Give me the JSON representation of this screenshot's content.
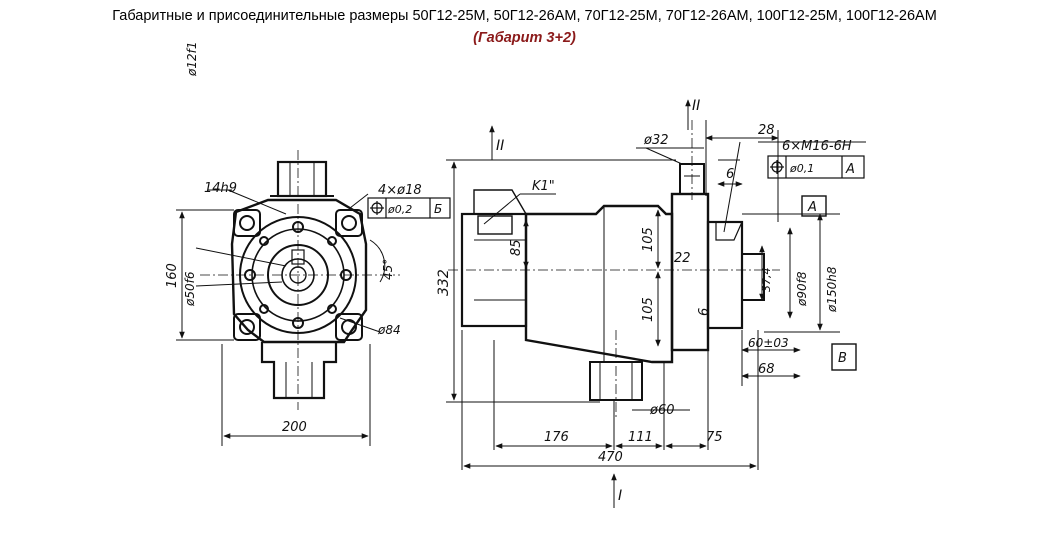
{
  "header": {
    "title": "Габаритные и присоединительные размеры 50Г12-25М, 50Г12-26АМ, 70Г12-25М, 70Г12-26АМ, 100Г12-25М, 100Г12-26АМ",
    "subtitle": "(Габарит 3+2)",
    "subtitle_color": "#8b1a1a"
  },
  "front_view": {
    "labels": {
      "key": "14h9",
      "holes": "4×ø18",
      "hole_tol": "ø0,2",
      "hole_datum": "Б",
      "shaft": "ø12f1",
      "pilot": "ø50f6",
      "angle": "45°",
      "bolt_circle": "ø84",
      "height": "160",
      "width": "200"
    }
  },
  "side_view": {
    "labels": {
      "section_top": "II",
      "section_top_right": "II",
      "section_bottom": "I",
      "port_diam": "ø32",
      "dim_28": "28",
      "dim_6a": "6",
      "thread": "6×M16-6H",
      "thread_tol": "ø0,1",
      "thread_datum": "А",
      "datum_a": "А",
      "datum_b": "В",
      "plug": "K1\"",
      "dim_85": "85",
      "dim_105a": "105",
      "dim_105b": "105",
      "dim_22": "22",
      "dim_6b": "6",
      "dim_37": "37,4",
      "dim_90": "ø90f8",
      "dim_150": "ø150h8",
      "dim_332": "332",
      "dim_60f": "60±03",
      "dim_68": "68",
      "dim_d60": "ø60",
      "dim_176": "176",
      "dim_111": "111",
      "dim_75": "75",
      "dim_470": "470"
    }
  }
}
